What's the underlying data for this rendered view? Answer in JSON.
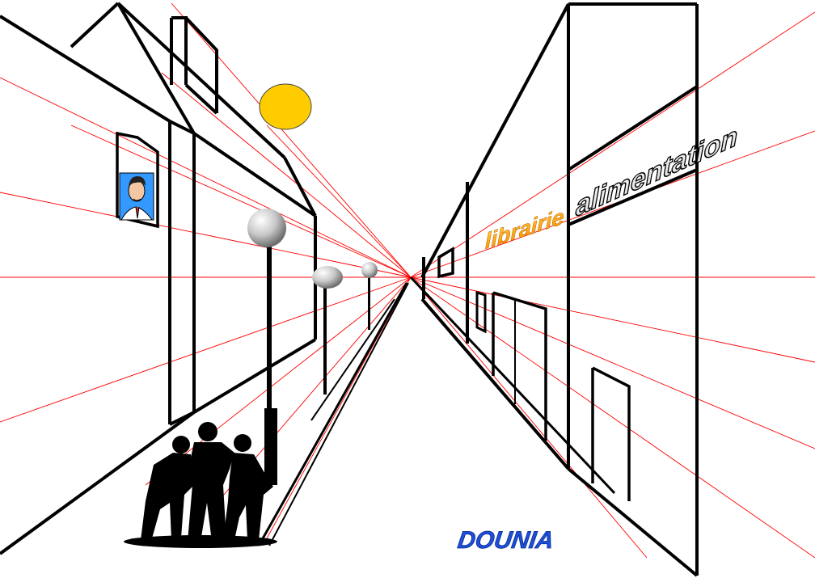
{
  "signs": {
    "librairie": "librairie",
    "alimentation": "alimentation",
    "signature": "DOUNIA"
  },
  "colors": {
    "line": "#000000",
    "guide": "#ff0000",
    "sun": "#ffcc00",
    "sun_stroke": "#444444",
    "signature_fill": "#1e4fd8",
    "librairie_top": "#ffd23c",
    "librairie_bottom": "#ff8c00",
    "portrait_bg": "#3399ff"
  }
}
